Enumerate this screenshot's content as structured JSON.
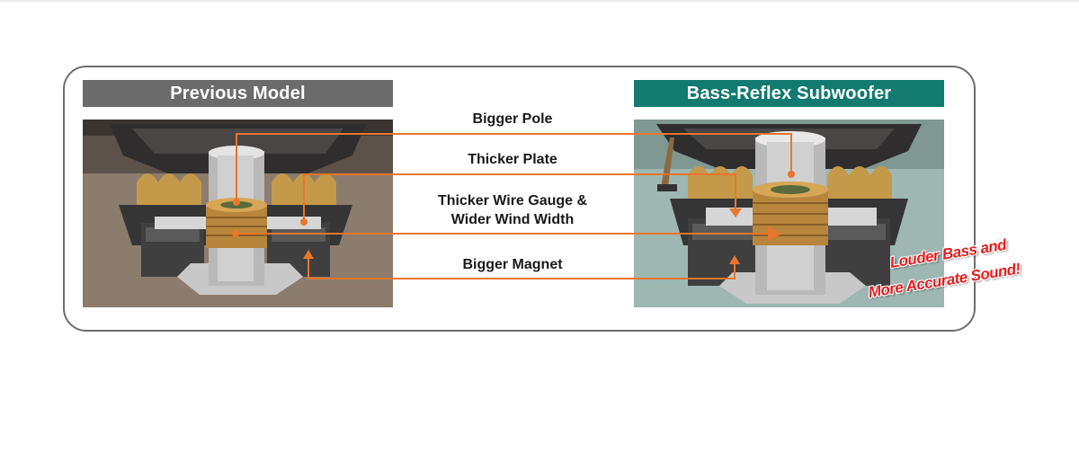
{
  "panels": {
    "previous": {
      "title": "Previous Model"
    },
    "bass_reflex": {
      "title": "Bass-Reflex Subwoofer"
    }
  },
  "callouts": {
    "pole": "Bigger Pole",
    "plate": "Thicker Plate",
    "wire_line1": "Thicker Wire Gauge &",
    "wire_line2": "Wider Wind Width",
    "magnet": "Bigger Magnet"
  },
  "slogan": {
    "line1": "Louder Bass and",
    "line2": "More Accurate Sound!"
  },
  "colors": {
    "previous_header": "#6b6b6b",
    "bass_header": "#137a70",
    "callout_line": "#e8762c",
    "slogan": "#e31d1d"
  }
}
